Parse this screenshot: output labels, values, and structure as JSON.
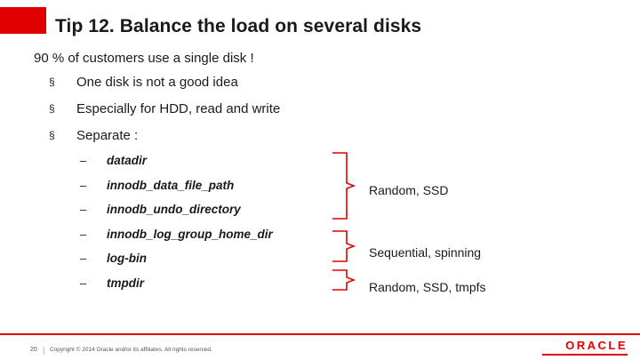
{
  "slide": {
    "title": "Tip 12. Balance the load on several disks",
    "lead": "90 % of customers use a single disk !",
    "bullets": [
      {
        "marker": "§",
        "text": "One disk is not a good idea"
      },
      {
        "marker": "§",
        "text": "Especially for HDD, read and write"
      },
      {
        "marker": "§",
        "text": "Separate :"
      }
    ],
    "sub_items": [
      {
        "dash": "–",
        "text": "datadir"
      },
      {
        "dash": "–",
        "text": "innodb_data_file_path"
      },
      {
        "dash": "–",
        "text": "innodb_undo_directory"
      },
      {
        "dash": "–",
        "text": "innodb_log_group_home_dir"
      },
      {
        "dash": "–",
        "text": "log-bin"
      },
      {
        "dash": "–",
        "text": "tmpdir"
      }
    ],
    "annotations": [
      "Random, SSD",
      "Sequential, spinning",
      "Random, SSD, tmpfs"
    ],
    "footer": {
      "slide_number": "20",
      "separator": "|",
      "copyright": "Copyright © 2014 Oracle and/or its affiliates. All rights reserved.",
      "logo": "ORACLE"
    },
    "colors": {
      "accent_red": "#e00000",
      "text": "#1a1a1a"
    }
  }
}
